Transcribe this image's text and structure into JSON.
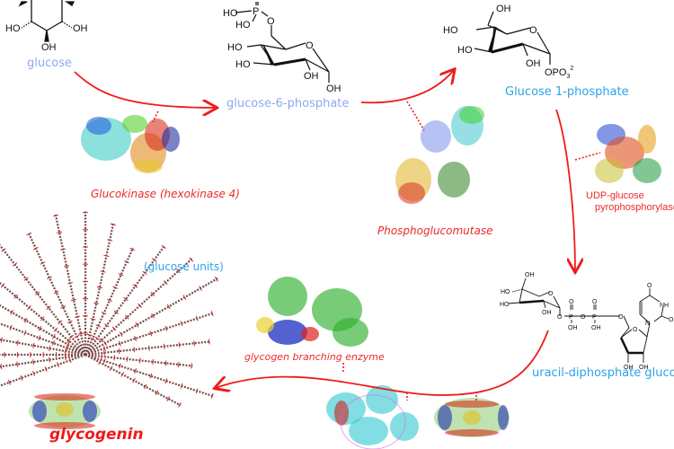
{
  "diagram": {
    "title": "Glycogen synthesis pathway",
    "metabolites": [
      {
        "id": "glucose",
        "label": "glucose",
        "color": "#8ea9f0"
      },
      {
        "id": "g6p",
        "label": "glucose-6-phosphate",
        "color": "#8ea9f0"
      },
      {
        "id": "g1p",
        "label": "Glucose 1-phosphate",
        "color": "#2ba3e8"
      },
      {
        "id": "udpg",
        "label": "uracil-diphosphate glucose",
        "color": "#2ba3e8"
      },
      {
        "id": "glycogen",
        "label": "(glucose units)",
        "color": "#2ba3e8"
      }
    ],
    "enzymes": [
      {
        "id": "gk",
        "label": "Glucokinase (hexokinase 4)",
        "color": "#ee2a2a"
      },
      {
        "id": "pgm",
        "label": "Phosphoglucomutase",
        "color": "#ee2a2a"
      },
      {
        "id": "ugp_line1",
        "label": "UDP-glucose",
        "color": "#ee2a2a"
      },
      {
        "id": "ugp_line2",
        "label": "pyrophosphorylase",
        "color": "#ee2a2a"
      },
      {
        "id": "gbe",
        "label": "glycogen branching enzyme",
        "color": "#ee2a2a"
      },
      {
        "id": "gyg",
        "label": "glycogenin",
        "color": "#ee1a1a"
      }
    ],
    "chem": {
      "ho": "HO",
      "oh": "OH",
      "o": "O",
      "p": "P",
      "opo3": "OPO",
      "sub3": "3",
      "sup2": "2",
      "nh": "NH",
      "n": "N"
    },
    "arrow_color": "#ee1c1c"
  }
}
